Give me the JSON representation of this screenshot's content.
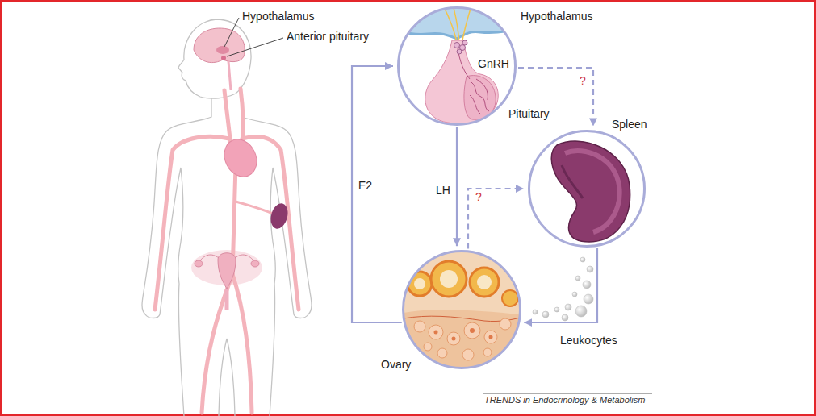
{
  "diagram": {
    "nodes": [
      {
        "text": [
          "Hypothalamus",
          "GnRH",
          "Pituitary"
        ]
      },
      {
        "text": [
          "Spleen"
        ]
      },
      {
        "text": [
          "Ovary"
        ]
      }
    ],
    "edges": [
      {
        "from": 0,
        "to": 2,
        "arrow": "to",
        "label": "LH"
      },
      {
        "from": 2,
        "to": 0,
        "arrow": "to",
        "label": "E2"
      },
      {
        "from": 0,
        "to": 1,
        "arrow": "to",
        "label": "?"
      },
      {
        "from": 2,
        "to": 1,
        "arrow": "to",
        "label": "?"
      },
      {
        "from": 1,
        "to": 2,
        "arrow": "to",
        "label": "Leukocytes"
      }
    ],
    "labels": [
      "Hypothalamus",
      "Anterior pituitary",
      "TRENDS in Endocrinology & Metabolism"
    ]
  }
}
